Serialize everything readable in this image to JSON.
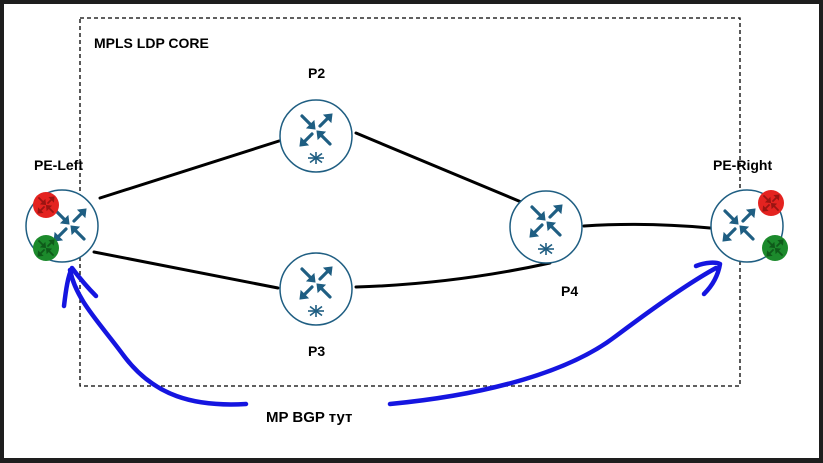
{
  "core": {
    "label": "MPLS LDP CORE"
  },
  "nodes": {
    "pe_left": {
      "label": "PE-Left"
    },
    "pe_right": {
      "label": "PE-Right"
    },
    "p2": {
      "label": "P2"
    },
    "p3": {
      "label": "P3"
    },
    "p4": {
      "label": "P4"
    }
  },
  "annotation": {
    "label": "MP BGP тут",
    "color": "#1515e0"
  },
  "colors": {
    "router_fill": "#ffffff",
    "router_stroke": "#1f5e82",
    "router_arrow": "#1f5e82",
    "vrf_red": "#e42320",
    "vrf_green": "#1c8a2c",
    "link": "#000000"
  },
  "icons": {
    "router": "router-icon",
    "vrf_red": "red-vrf-router-icon",
    "vrf_green": "green-vrf-router-icon"
  }
}
